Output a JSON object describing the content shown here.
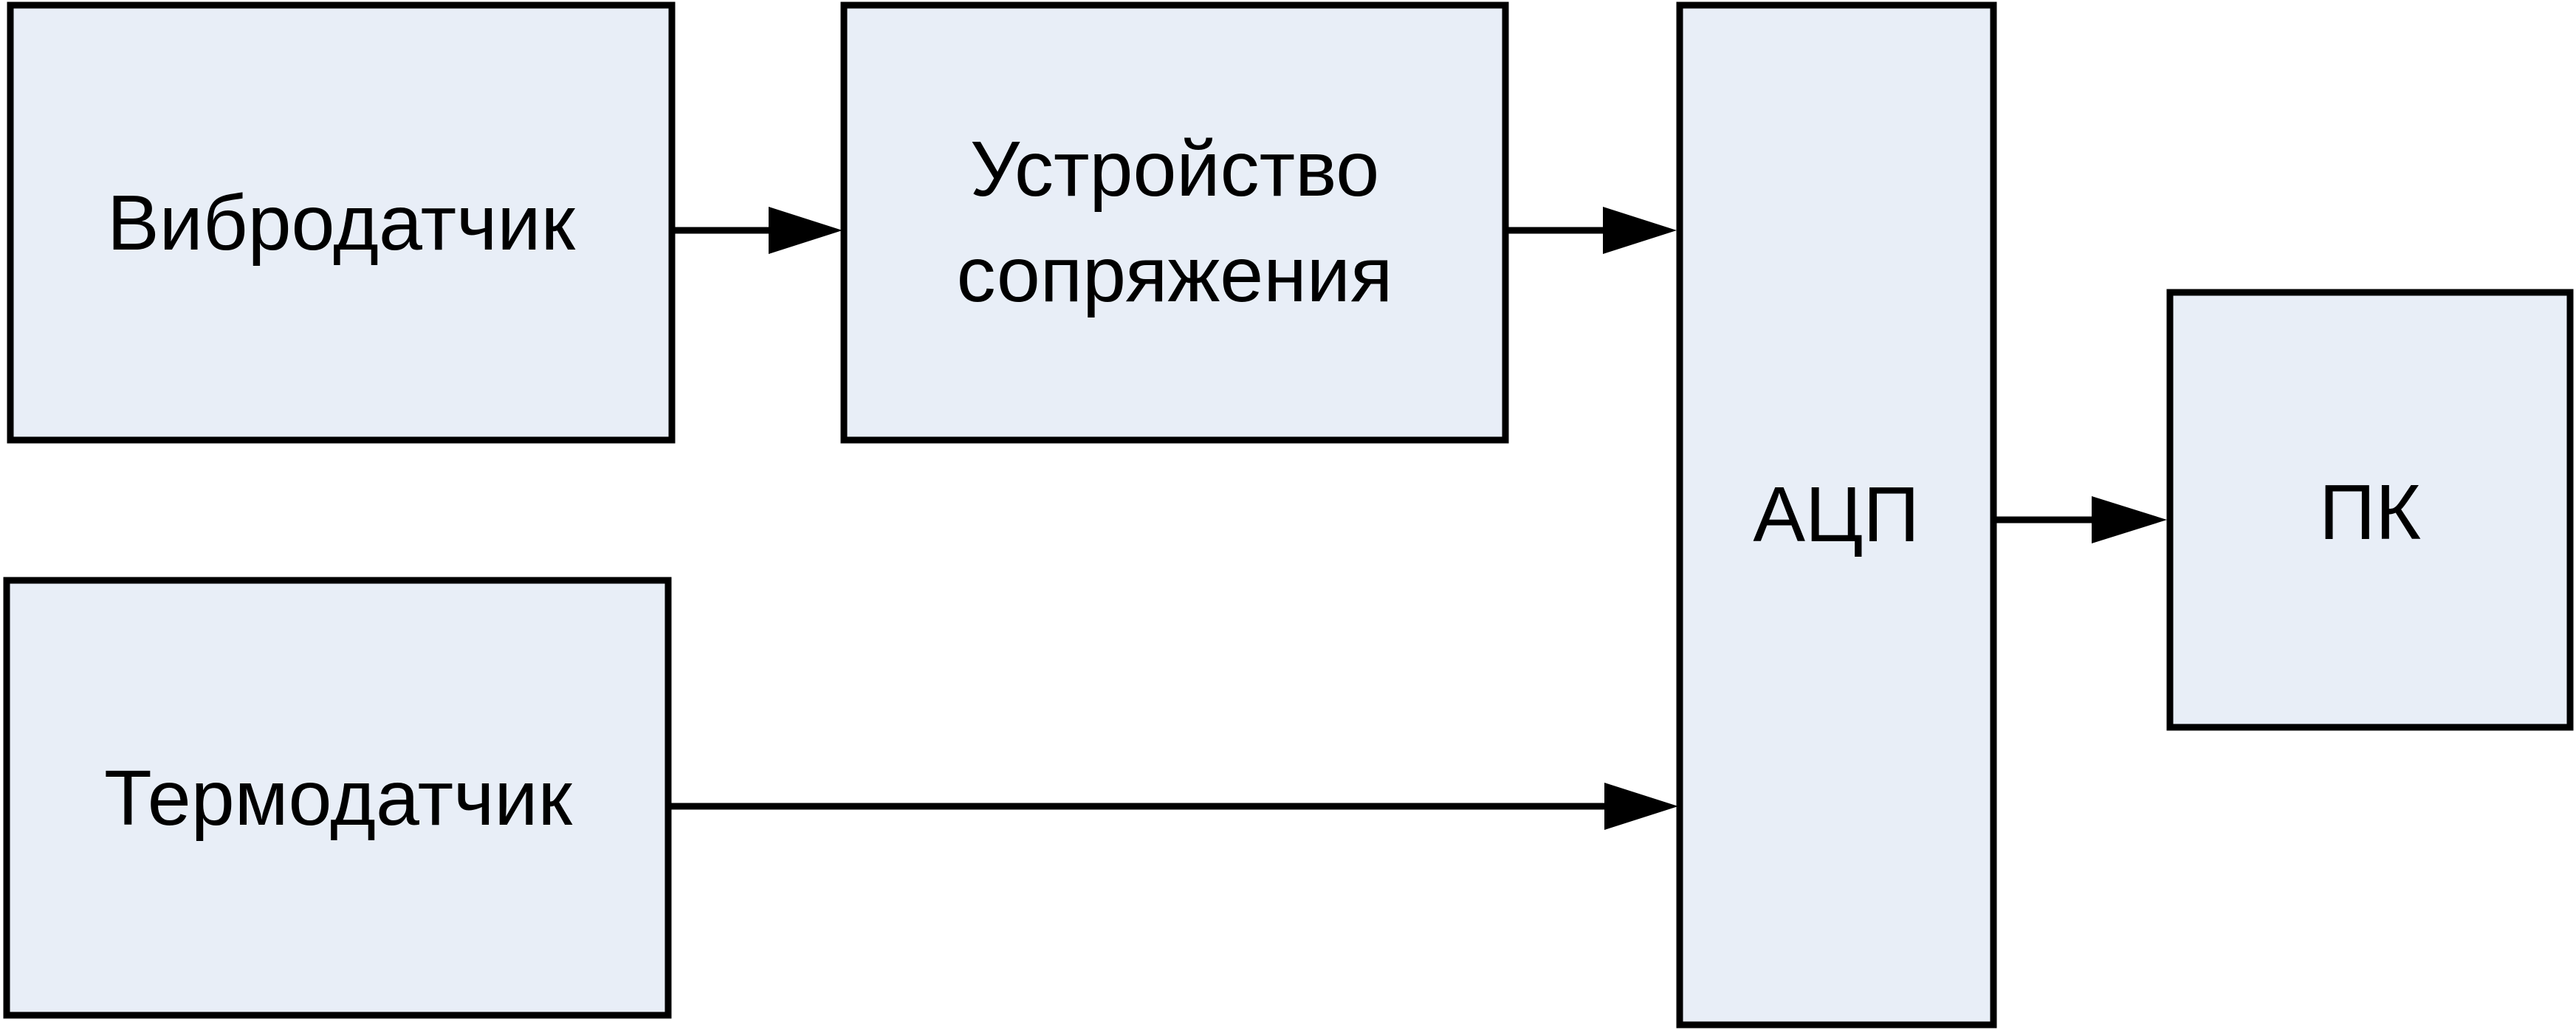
{
  "diagram": {
    "nodes": {
      "vibro_sensor": {
        "lines": [
          "Вибродатчик"
        ]
      },
      "interface_device": {
        "lines": [
          "Устройство",
          "сопряжения"
        ]
      },
      "thermo_sensor": {
        "lines": [
          "Термодатчик"
        ]
      },
      "adc": {
        "lines": [
          "АЦП"
        ]
      },
      "pc": {
        "lines": [
          "ПК"
        ]
      }
    },
    "edges": [
      {
        "from": "vibro_sensor",
        "to": "interface_device"
      },
      {
        "from": "interface_device",
        "to": "adc"
      },
      {
        "from": "thermo_sensor",
        "to": "adc"
      },
      {
        "from": "adc",
        "to": "pc"
      }
    ],
    "colors": {
      "box_fill": "#e8eef7",
      "stroke": "#000000",
      "text": "#000000"
    }
  }
}
